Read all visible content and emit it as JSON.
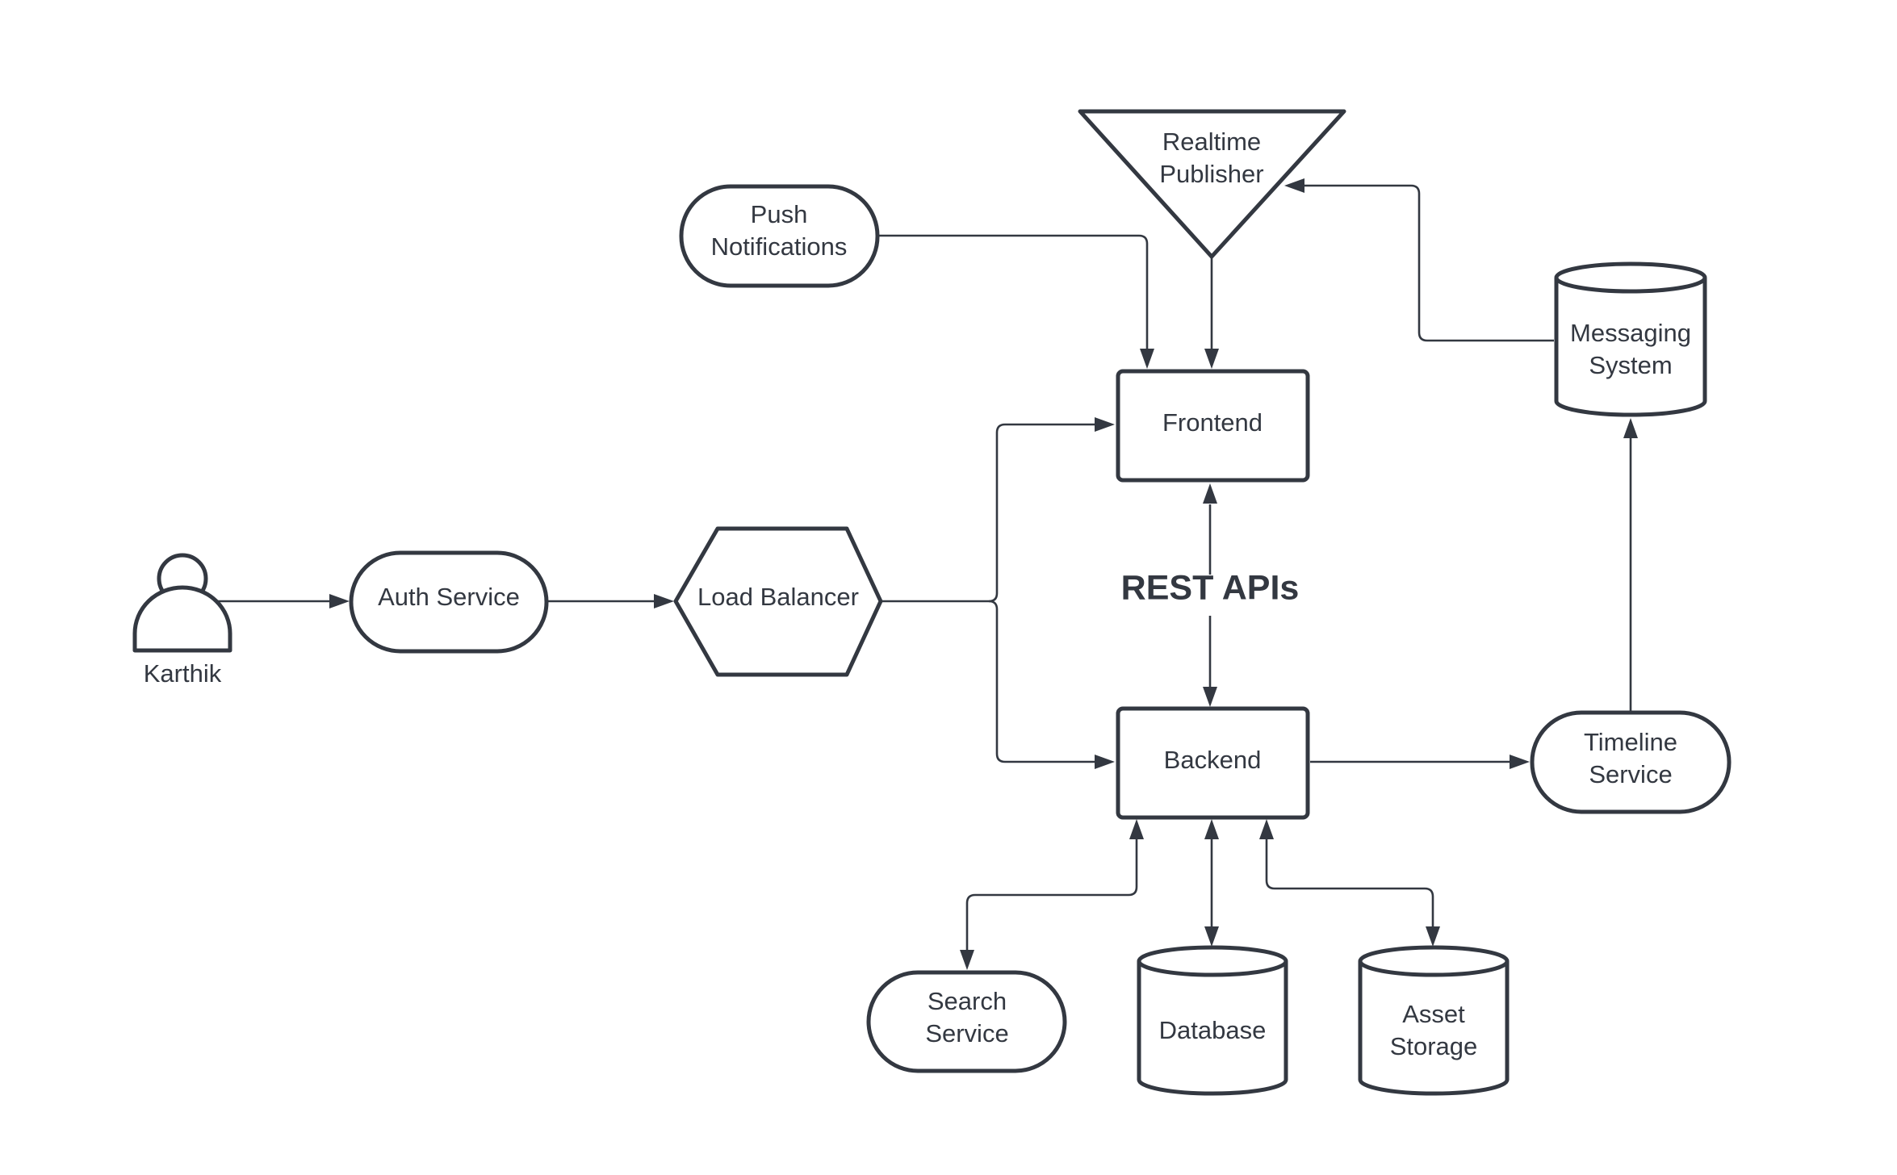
{
  "nodes": {
    "user": {
      "label": "Karthik",
      "icon": "person-icon"
    },
    "auth": {
      "label": "Auth Service"
    },
    "lb": {
      "label": "Load Balancer"
    },
    "push": {
      "line1": "Push",
      "line2": "Notifications"
    },
    "realtime": {
      "line1": "Realtime",
      "line2": "Publisher"
    },
    "frontend": {
      "label": "Frontend"
    },
    "backend": {
      "label": "Backend"
    },
    "messaging": {
      "line1": "Messaging",
      "line2": "System"
    },
    "timeline": {
      "line1": "Timeline",
      "line2": "Service"
    },
    "search": {
      "line1": "Search",
      "line2": "Service"
    },
    "database": {
      "label": "Database"
    },
    "asset": {
      "line1": "Asset",
      "line2": "Storage"
    }
  },
  "connector_label": "REST APIs",
  "edges": [
    {
      "from": "user",
      "to": "auth"
    },
    {
      "from": "auth",
      "to": "lb"
    },
    {
      "from": "lb",
      "to": "frontend"
    },
    {
      "from": "lb",
      "to": "backend"
    },
    {
      "from": "push",
      "to": "frontend"
    },
    {
      "from": "realtime",
      "to": "frontend"
    },
    {
      "from": "messaging",
      "to": "realtime"
    },
    {
      "from": "frontend",
      "to": "backend",
      "bidirectional": true,
      "label": "REST APIs"
    },
    {
      "from": "backend",
      "to": "timeline"
    },
    {
      "from": "timeline",
      "to": "messaging"
    },
    {
      "from": "backend",
      "to": "search",
      "bidirectional": true
    },
    {
      "from": "backend",
      "to": "database",
      "bidirectional": true
    },
    {
      "from": "backend",
      "to": "asset",
      "bidirectional": true
    }
  ],
  "colors": {
    "stroke": "#333841",
    "text": "#333841",
    "background": "#ffffff"
  }
}
